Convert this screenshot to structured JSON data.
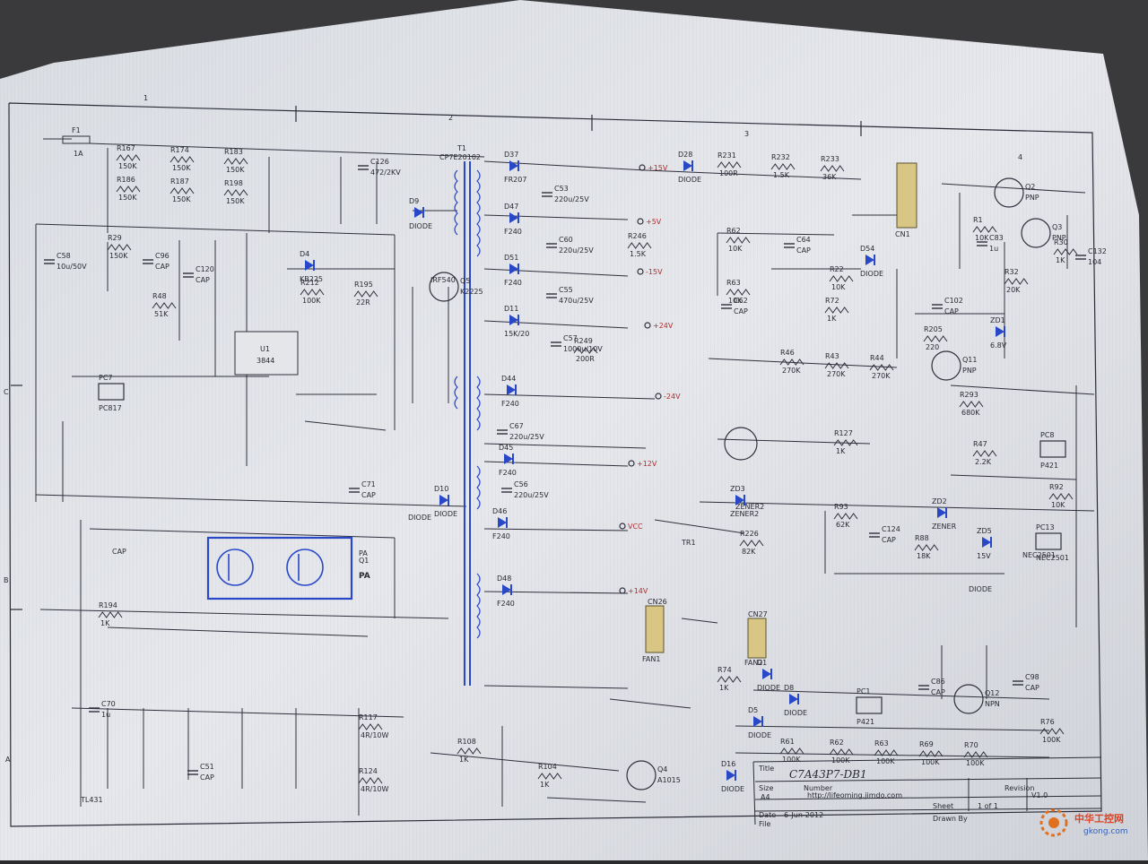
{
  "schematic": {
    "title_block": {
      "title": "C7A43P7-DB1",
      "number_label": "Number",
      "revision_label": "Revision",
      "revision": "V1.0",
      "size_label": "Size",
      "size": "A4",
      "date_label": "Date",
      "date": "6-Jun-2012",
      "sheet_label": "Sheet",
      "sheet": "1 of 1",
      "file_label": "File",
      "drawn_label": "Drawn By",
      "url": "http://lifeoming.jimdo.com"
    },
    "border_numbers": [
      "1",
      "2",
      "3",
      "4"
    ],
    "border_letters": [
      "C",
      "B",
      "A"
    ],
    "transformer": "T1",
    "transformer_part": "CP7E20102",
    "fuse": {
      "ref": "F1",
      "value": "1A"
    },
    "ic_ref": "U1",
    "ic_part": "3844",
    "power_module": {
      "ref": "Q1",
      "label": "PA"
    },
    "connectors": [
      "CN1",
      "CN26",
      "CN27"
    ],
    "fans": [
      "FAN1",
      "FAN2"
    ],
    "rails": [
      "+15V",
      "+5V",
      "-15V",
      "+24V",
      "-24V",
      "+12V",
      "VCC",
      "+14V"
    ],
    "resistors": [
      {
        "ref": "R167",
        "val": "150K"
      },
      {
        "ref": "R174",
        "val": "150K"
      },
      {
        "ref": "R183",
        "val": "150K"
      },
      {
        "ref": "R186",
        "val": "150K"
      },
      {
        "ref": "R187",
        "val": "150K"
      },
      {
        "ref": "R198",
        "val": "150K"
      },
      {
        "ref": "R29",
        "val": "150K"
      },
      {
        "ref": "R48",
        "val": "51K"
      },
      {
        "ref": "R212",
        "val": "100K"
      },
      {
        "ref": "R195",
        "val": "22R"
      },
      {
        "ref": "R231",
        "val": "100R"
      },
      {
        "ref": "R232",
        "val": "1.5K"
      },
      {
        "ref": "R233",
        "val": "36K"
      },
      {
        "ref": "R62",
        "val": "10K"
      },
      {
        "ref": "R63",
        "val": "10K"
      },
      {
        "ref": "R22",
        "val": "10K"
      },
      {
        "ref": "R72",
        "val": "1K"
      },
      {
        "ref": "R43",
        "val": "270K"
      },
      {
        "ref": "R44",
        "val": "270K"
      },
      {
        "ref": "R46",
        "val": "270K"
      },
      {
        "ref": "R127",
        "val": "1K"
      },
      {
        "ref": "R47",
        "val": "2.2K"
      },
      {
        "ref": "R92",
        "val": "10K"
      },
      {
        "ref": "R93",
        "val": "62K"
      },
      {
        "ref": "R88",
        "val": "18K"
      },
      {
        "ref": "R1",
        "val": "10K"
      },
      {
        "ref": "R30",
        "val": "1K"
      },
      {
        "ref": "R32",
        "val": "20K"
      },
      {
        "ref": "R205",
        "val": "220"
      },
      {
        "ref": "R293",
        "val": "680K"
      },
      {
        "ref": "R76",
        "val": "100K"
      },
      {
        "ref": "R61",
        "val": "100K"
      },
      {
        "ref": "R62",
        "val": "100K"
      },
      {
        "ref": "R63",
        "val": "100K"
      },
      {
        "ref": "R69",
        "val": "100K"
      },
      {
        "ref": "R70",
        "val": "100K"
      },
      {
        "ref": "R74",
        "val": "1K"
      },
      {
        "ref": "R108",
        "val": "1K"
      },
      {
        "ref": "R104",
        "val": "1K"
      },
      {
        "ref": "R117",
        "val": "4R/10W"
      },
      {
        "ref": "R124",
        "val": "4R/10W"
      },
      {
        "ref": "R194",
        "val": "1K"
      },
      {
        "ref": "R226",
        "val": "82K"
      },
      {
        "ref": "R246",
        "val": "1.5K"
      },
      {
        "ref": "R249",
        "val": "200R"
      }
    ],
    "capacitors": [
      {
        "ref": "C126",
        "val": "472/2KV"
      },
      {
        "ref": "C58",
        "val": "10u/50V"
      },
      {
        "ref": "C96",
        "val": "CAP"
      },
      {
        "ref": "C120",
        "val": "CAP"
      },
      {
        "ref": "C53",
        "val": "220u/25V"
      },
      {
        "ref": "C60",
        "val": "220u/25V"
      },
      {
        "ref": "C55",
        "val": "470u/25V"
      },
      {
        "ref": "C57",
        "val": "1000u/10V"
      },
      {
        "ref": "C64",
        "val": "CAP"
      },
      {
        "ref": "C62",
        "val": "CAP"
      },
      {
        "ref": "C102",
        "val": "CAP"
      },
      {
        "ref": "C83",
        "val": "1u"
      },
      {
        "ref": "C132",
        "val": "104"
      },
      {
        "ref": "C124",
        "val": "CAP"
      },
      {
        "ref": "C98",
        "val": "CAP"
      },
      {
        "ref": "C86",
        "val": "CAP"
      },
      {
        "ref": "C70",
        "val": "1u"
      },
      {
        "ref": "C51",
        "val": "CAP"
      },
      {
        "ref": "C67",
        "val": "220u/25V"
      },
      {
        "ref": "C56",
        "val": "220u/25V"
      },
      {
        "ref": "C71",
        "val": "CAP"
      }
    ],
    "diodes": [
      {
        "ref": "D37",
        "val": "FR207"
      },
      {
        "ref": "D28",
        "val": "DIODE"
      },
      {
        "ref": "D9",
        "val": "DIODE"
      },
      {
        "ref": "D4",
        "val": "KB225"
      },
      {
        "ref": "D47",
        "val": "F240"
      },
      {
        "ref": "D51",
        "val": "F240"
      },
      {
        "ref": "D11",
        "val": "15K/20"
      },
      {
        "ref": "D44",
        "val": "F240"
      },
      {
        "ref": "D45",
        "val": "F240"
      },
      {
        "ref": "D46",
        "val": "F240"
      },
      {
        "ref": "D48",
        "val": "F240"
      },
      {
        "ref": "D10",
        "val": "DIODE"
      },
      {
        "ref": "D8",
        "val": "DIODE"
      },
      {
        "ref": "D54",
        "val": "DIODE"
      },
      {
        "ref": "D5",
        "val": "DIODE"
      },
      {
        "ref": "D1",
        "val": "DIODE"
      },
      {
        "ref": "D16",
        "val": "DIODE"
      },
      {
        "ref": "ZD1",
        "val": "6.8V"
      },
      {
        "ref": "ZD2",
        "val": "ZENER"
      },
      {
        "ref": "ZD3",
        "val": "ZENER2"
      },
      {
        "ref": "ZD5",
        "val": "15V"
      }
    ],
    "transistors": [
      {
        "ref": "Q2",
        "val": "PNP"
      },
      {
        "ref": "Q3",
        "val": "PNP"
      },
      {
        "ref": "Q11",
        "val": "PNP"
      },
      {
        "ref": "Q5",
        "val": "K2225"
      },
      {
        "ref": "Q12",
        "val": "NPN"
      },
      {
        "ref": "Q4",
        "val": "A1015"
      }
    ],
    "optocouplers": [
      {
        "ref": "PC7",
        "val": "PC817"
      },
      {
        "ref": "PC8",
        "val": "P421"
      },
      {
        "ref": "PC1",
        "val": "P421"
      },
      {
        "ref": "PC13",
        "val": "NEC2501"
      }
    ],
    "misc_labels": [
      "TL431",
      "DIODE",
      "CAP",
      "PA",
      "ZENER2",
      "DIODE",
      "NEC2501",
      "IRF540",
      "TR1"
    ]
  },
  "watermark": {
    "text": "中华工控网",
    "url": "gkong.com"
  }
}
